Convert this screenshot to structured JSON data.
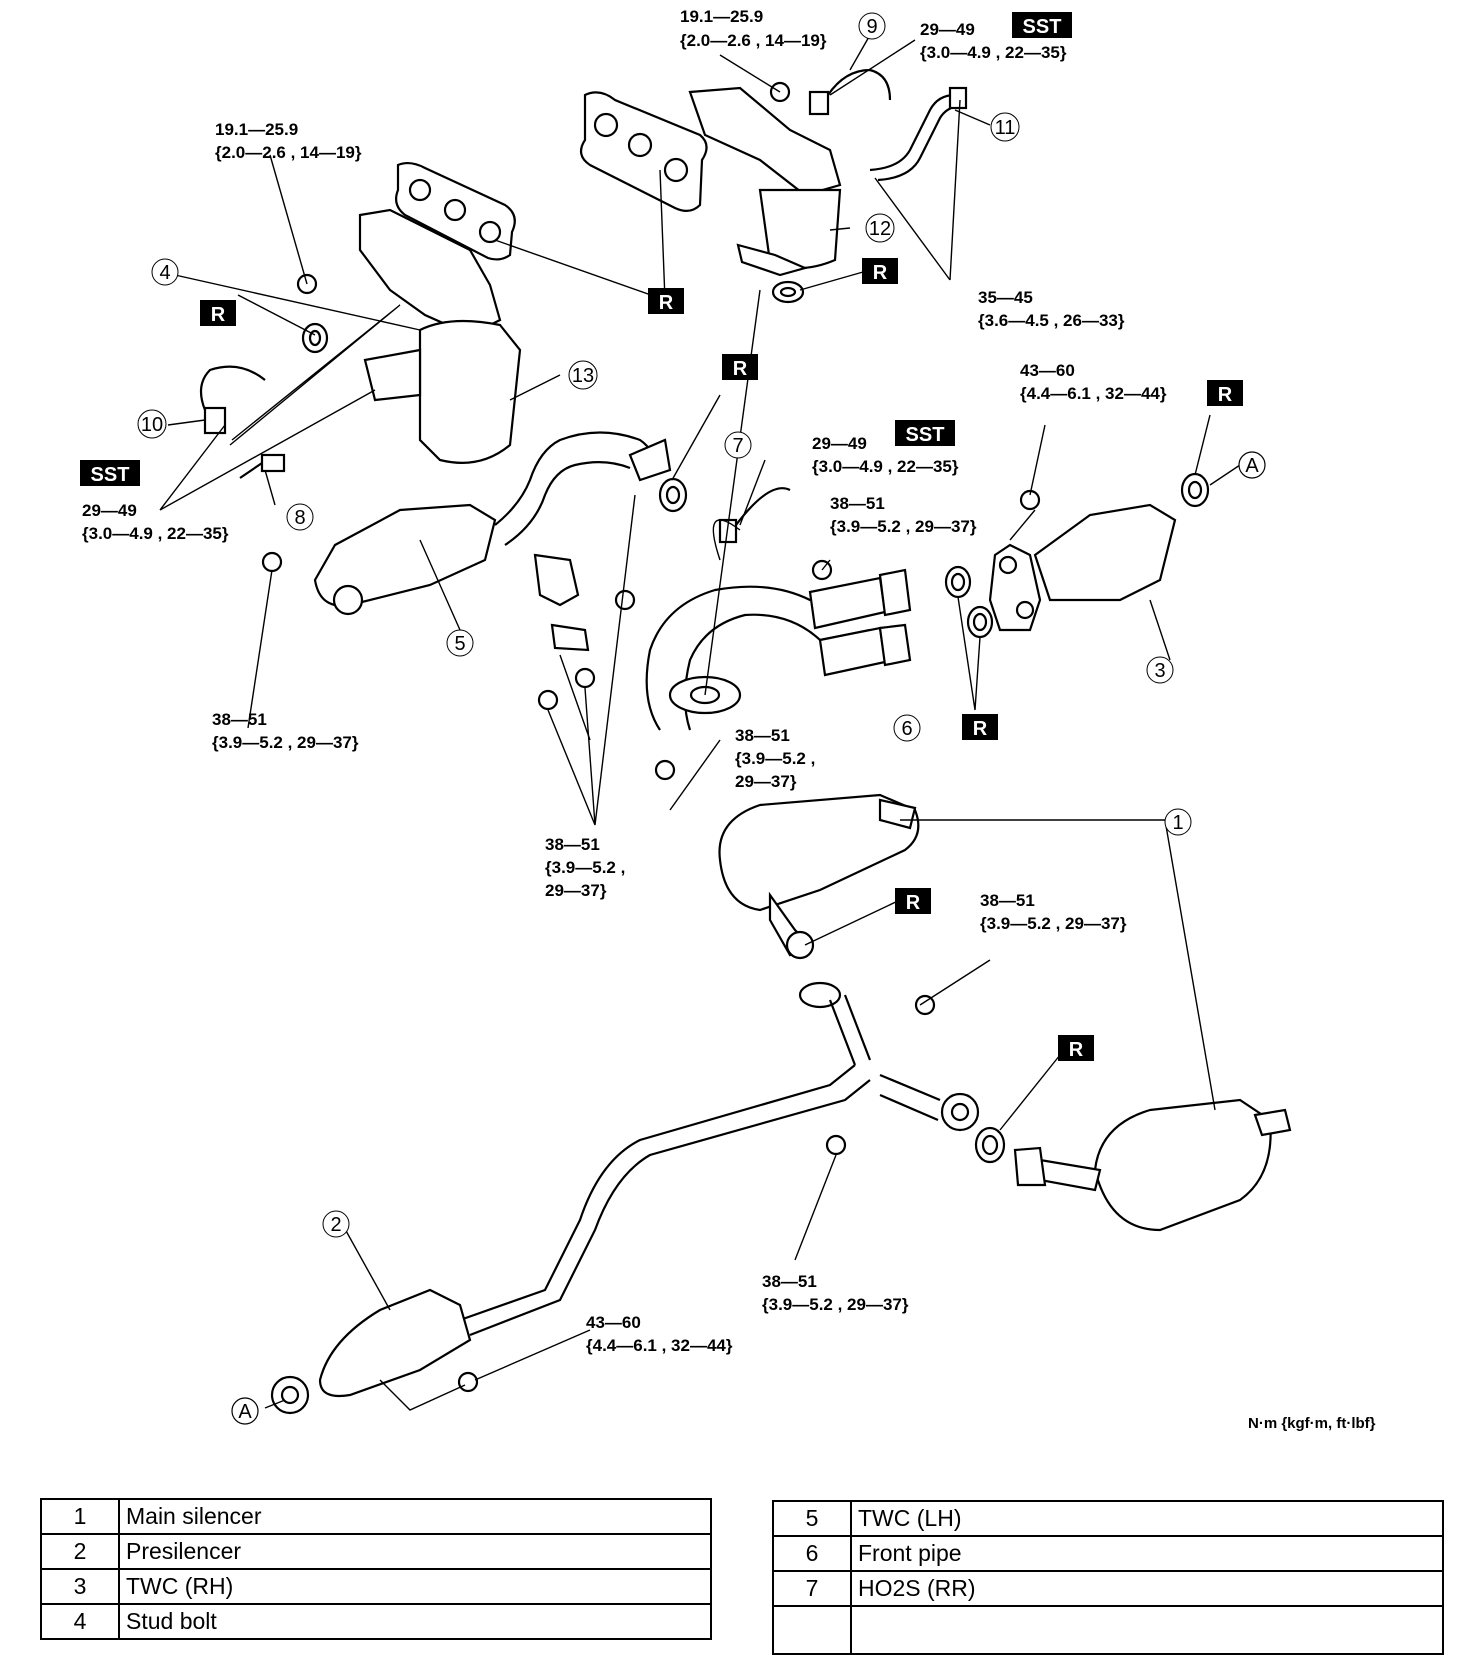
{
  "units_note": "N·m {kgf·m, ft·lbf}",
  "badges": {
    "sst": "SST",
    "r": "R"
  },
  "callouts": [
    "1",
    "2",
    "3",
    "4",
    "5",
    "6",
    "7",
    "8",
    "9",
    "10",
    "11",
    "12",
    "13"
  ],
  "connector": "A",
  "torques": {
    "t_top_a": [
      "19.1—25.9",
      "{2.0—2.6 , 14—19}"
    ],
    "t_top_b": [
      "29—49",
      "{3.0—4.9 , 22—35}"
    ],
    "t_left_manifold": [
      "19.1—25.9",
      "{2.0—2.6 , 14—19}"
    ],
    "t_pipe_11": [
      "35—45",
      "{3.6—4.5 , 26—33}"
    ],
    "t_twc_rh": [
      "43—60",
      "{4.4—6.1 , 32—44}"
    ],
    "t_ho2s_rr": [
      "29—49",
      "{3.0—4.9 , 22—35}"
    ],
    "t_front_pipe": [
      "38—51",
      "{3.9—5.2 , 29—37}"
    ],
    "t_ho2s_left": [
      "29—49",
      "{3.0—4.9 , 22—35}"
    ],
    "t_twc_lh": [
      "38—51",
      "{3.9—5.2 , 29—37}"
    ],
    "t_front_pipe_low": [
      "38—51",
      "{3.9—5.2 ,",
      "29—37}"
    ],
    "t_bracket": [
      "38—51",
      "{3.9—5.2 ,",
      "29—37}"
    ],
    "t_y_pipe": [
      "38—51",
      "{3.9—5.2 , 29—37}"
    ],
    "t_mid": [
      "38—51",
      "{3.9—5.2 , 29—37}"
    ],
    "t_presilencer": [
      "43—60",
      "{4.4—6.1 , 32—44}"
    ]
  },
  "legend_left": [
    {
      "num": "1",
      "name": "Main silencer"
    },
    {
      "num": "2",
      "name": "Presilencer"
    },
    {
      "num": "3",
      "name": "TWC (RH)"
    },
    {
      "num": "4",
      "name": "Stud bolt"
    }
  ],
  "legend_right": [
    {
      "num": "5",
      "name": "TWC (LH)"
    },
    {
      "num": "6",
      "name": "Front pipe"
    },
    {
      "num": "7",
      "name": "HO2S (RR)"
    },
    {
      "num": "",
      "name": ""
    }
  ]
}
